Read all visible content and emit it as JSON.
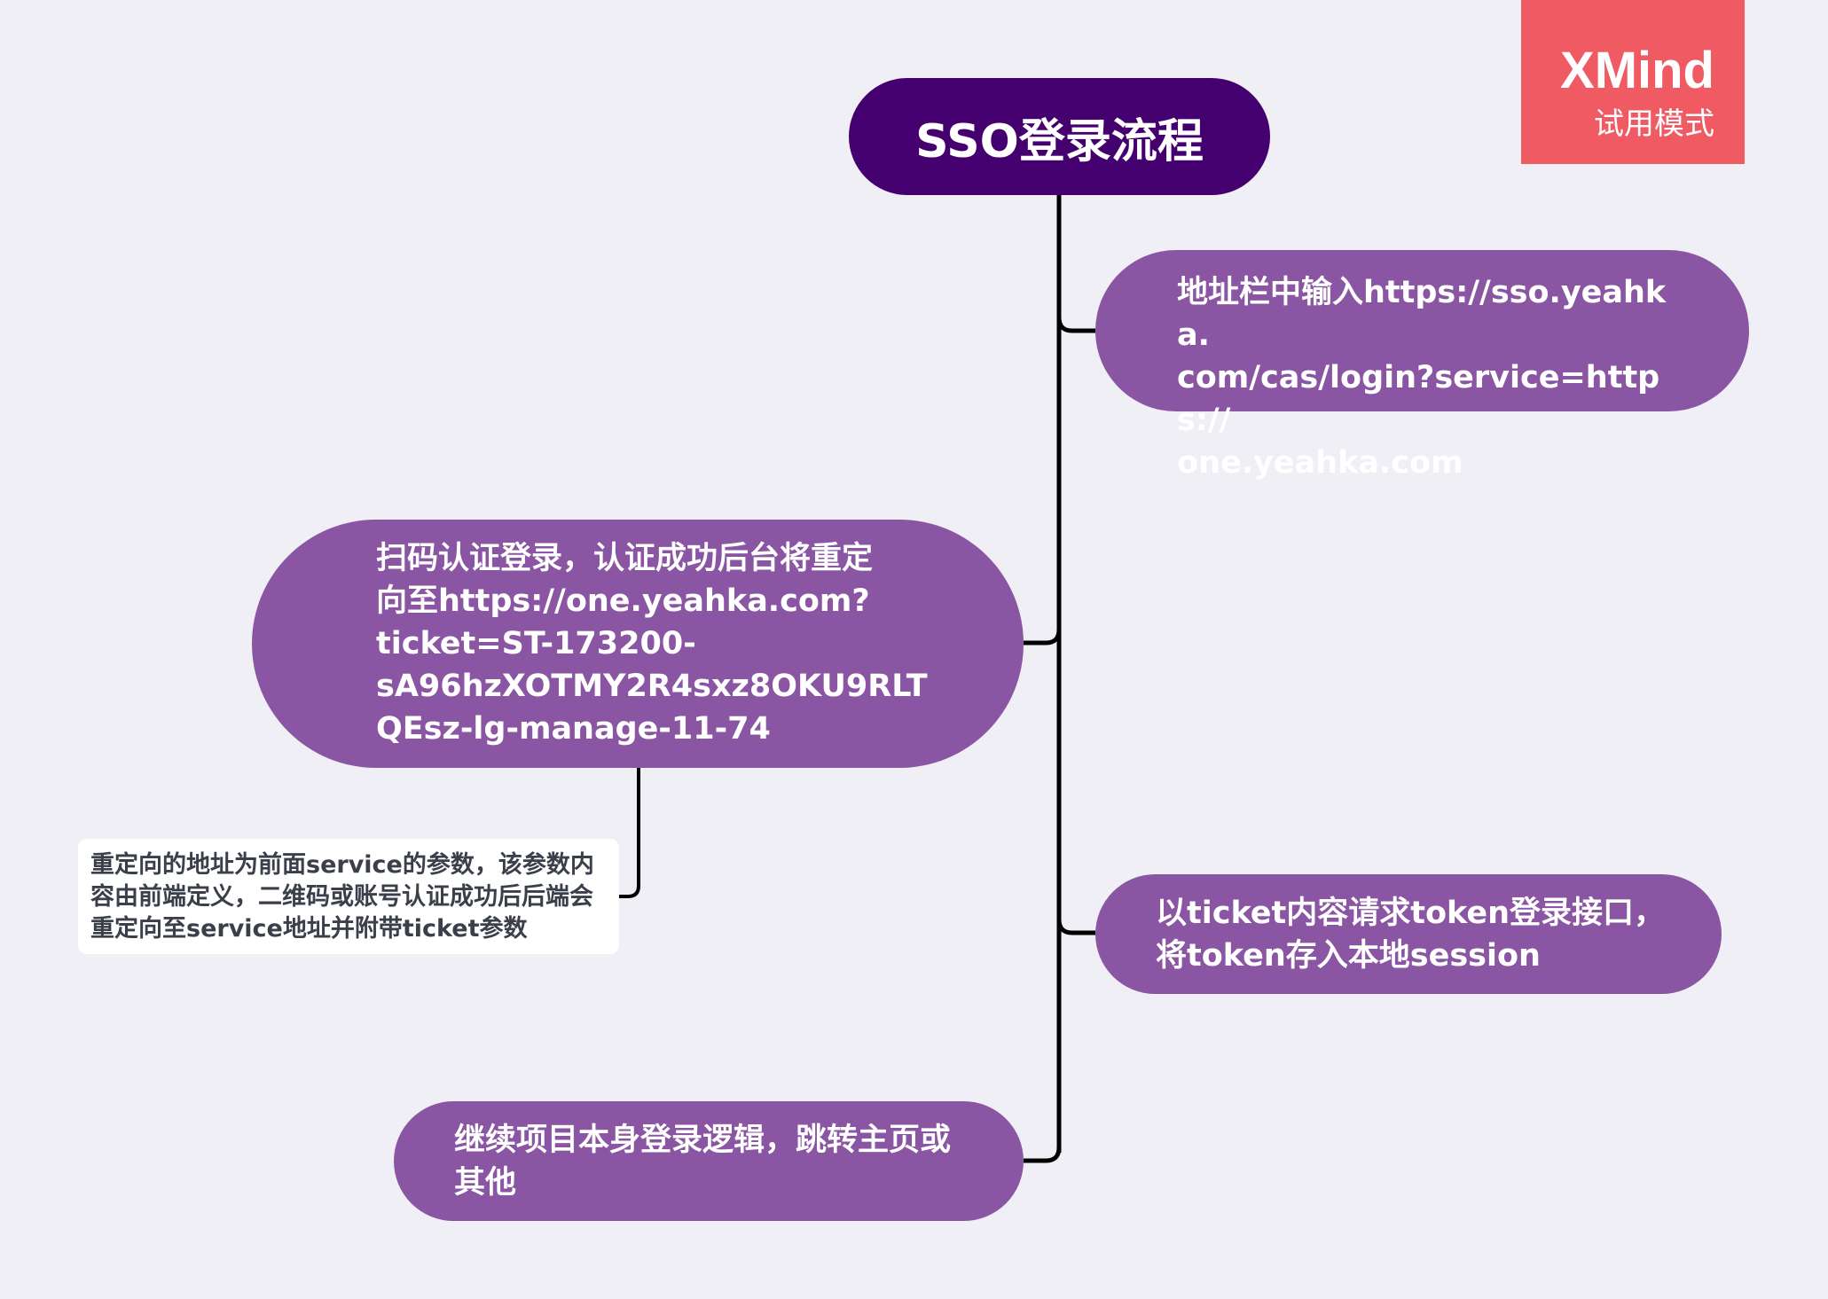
{
  "diagram": {
    "type": "mindmap",
    "colors": {
      "background": "#efeff5",
      "root": "#44006e",
      "topic": "#8a55a2",
      "connector": "#000000",
      "note_text": "#3a3f49",
      "watermark": "#ef5a63"
    },
    "root": "SSO登录流程",
    "topics": [
      {
        "id": "t1",
        "lines": [
          "地址栏中输入https://sso.yeahka.",
          "com/cas/login?service=https://",
          "one.yeahka.com"
        ]
      },
      {
        "id": "t2",
        "lines": [
          "扫码认证登录，认证成功后台将重定",
          "向至https://one.yeahka.com?",
          "ticket=ST-173200-",
          "sA96hzXOTMY2R4sxz8OKU9RLT",
          "QEsz-lg-manage-11-74"
        ]
      },
      {
        "id": "t3",
        "lines": [
          "以ticket内容请求token登录接口，",
          "将token存入本地session"
        ]
      },
      {
        "id": "t4",
        "lines": [
          "继续项目本身登录逻辑，跳转主页或",
          "其他"
        ]
      }
    ],
    "note": {
      "attached_to": "t2",
      "lines": [
        "重定向的地址为前面service的参数，该参数内",
        "容由前端定义，二维码或账号认证成功后后端会",
        "重定向至service地址并附带ticket参数"
      ]
    }
  },
  "watermark": {
    "brand": "XMind",
    "mode": "试用模式"
  }
}
